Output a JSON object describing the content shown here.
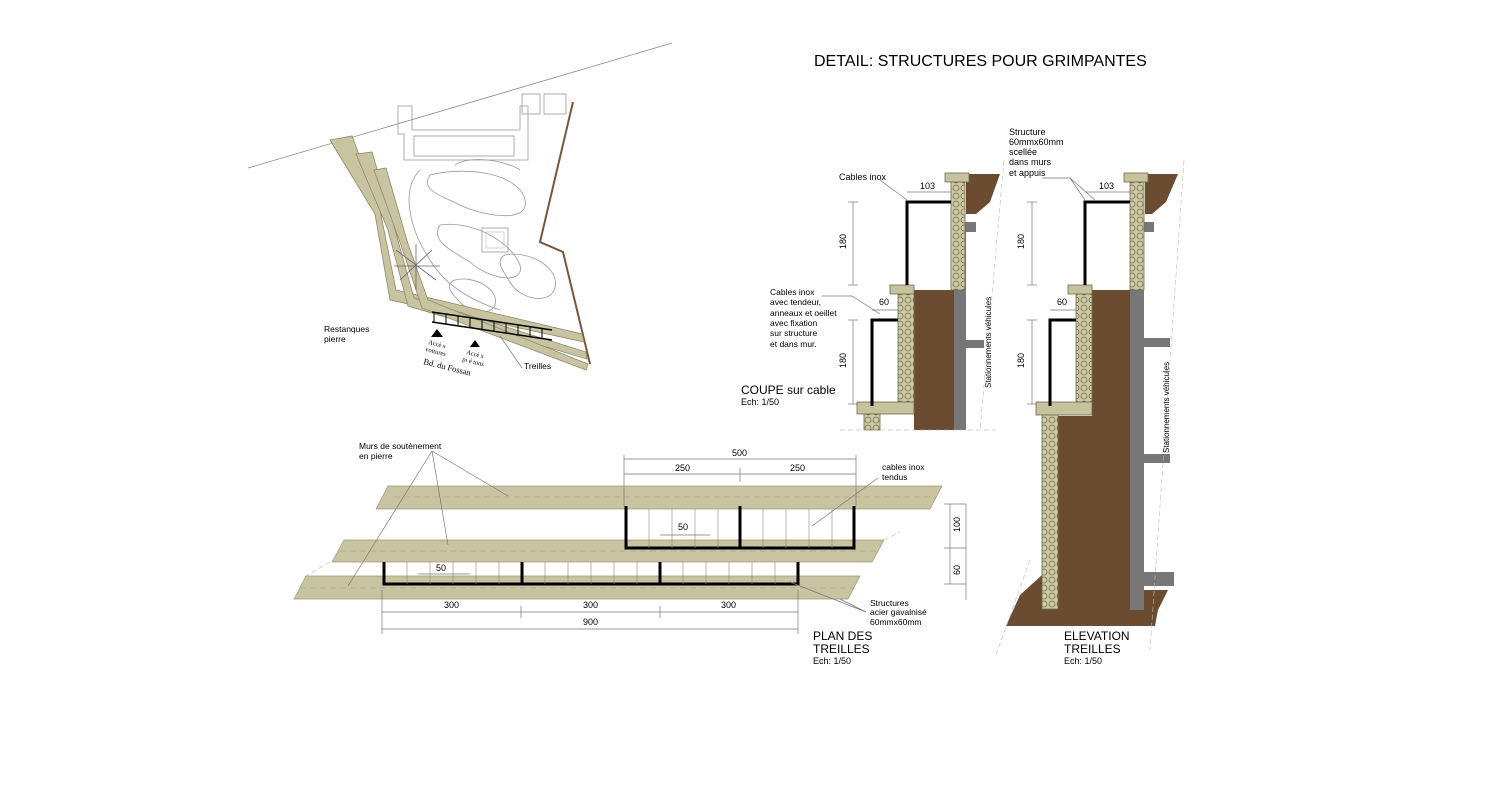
{
  "title": "DETAIL:  STRUCTURES POUR GRIMPANTES",
  "site_plan": {
    "restanques_line1": "Restanques",
    "restanques_line2": "pierre",
    "acces_voitures_line1": "Accè s",
    "acces_voitures_line2": "voitures",
    "acces_pietons_line1": "Accè s",
    "acces_pietons_line2": "pi é tons",
    "road": "Bd. du Fossan",
    "treilles": "Treilles"
  },
  "coupe": {
    "cables_inox": "Cables inox",
    "cables_tendeur": [
      "Cables inox",
      "avec tendeur,",
      "anneaux et oeillet",
      "avec fixation",
      "sur structure",
      "et dans mur."
    ],
    "dim_103": "103",
    "dim_180_top": "180",
    "dim_60": "60",
    "dim_180_bottom": "180",
    "stationnement": "Stationnements véhicules",
    "title": "COUPE sur cable",
    "scale": "Ech: 1/50"
  },
  "elevation": {
    "structure_note": [
      "Structure",
      "60mmx60mm",
      "scellée",
      "dans murs",
      "et appuis"
    ],
    "dim_103": "103",
    "dim_180_top": "180",
    "dim_60": "60",
    "dim_180_bottom": "180",
    "stationnement": "Stationnements véhicules",
    "title_line1": "ELEVATION",
    "title_line2": "TREILLES",
    "scale": "Ech: 1/50"
  },
  "plan": {
    "murs_line1": "Murs de soutènement",
    "murs_line2": "en pierre",
    "dim_500": "500",
    "dim_250_a": "250",
    "dim_250_b": "250",
    "dim_50_upper": "50",
    "dim_50_lower": "50",
    "cables_line1": "cables inox",
    "cables_line2": "tendus",
    "dim_100": "100",
    "dim_60": "60",
    "dim_300_a": "300",
    "dim_300_b": "300",
    "dim_300_c": "300",
    "dim_900": "900",
    "structures_note": [
      "Structures",
      "acier gavalnisé",
      "60mmx60mm"
    ],
    "title_line1": "PLAN DES",
    "title_line2": "TREILLES",
    "scale": "Ech: 1/50"
  },
  "colors": {
    "earth": "#6b4c31",
    "stone": "#c9c59c",
    "concrete": "#777777",
    "plan_band": "#c8c4a2"
  }
}
